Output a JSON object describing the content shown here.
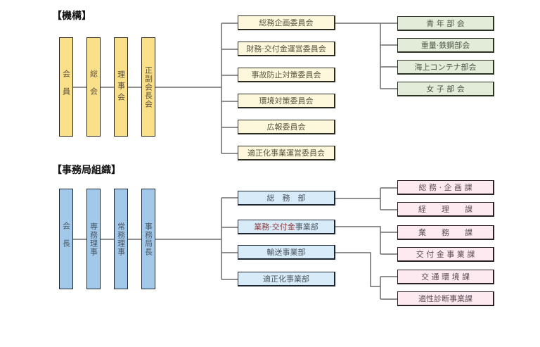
{
  "sections": {
    "organization": {
      "heading": "【機構】",
      "chain": [
        "会員",
        "総会",
        "理事会",
        "正副会長会"
      ],
      "committees": [
        "総務企画委員会",
        "財務·交付金運営委員会",
        "事故防止対策委員会",
        "環境対策委員会",
        "広報委員会",
        "適正化事業運営委員会"
      ],
      "subcommittees_parent": "総務企画委員会",
      "subcommittees": [
        "青 年 部 会",
        "重量·鉄鋼部会",
        "海上コンテナ部会",
        "女 子 部 会"
      ]
    },
    "secretariat": {
      "heading": "【事務局組織】",
      "chain": [
        "会長",
        "専務理事",
        "常務理事",
        "事務局長"
      ],
      "departments": [
        {
          "name": "総　務　部",
          "sections": [
            "総 務 · 企 画 課",
            "経　　理　　課"
          ]
        },
        {
          "name_highlight": "業務·交付金",
          "name_rest": "事業部",
          "sections": [
            "業　　務　　課",
            "交 付 金 事 業 課"
          ]
        },
        {
          "name": "輸送事業部",
          "sections": [
            "交 通 環 境 課",
            "適性診断事業課"
          ]
        },
        {
          "name": "適正化事業部",
          "sections": []
        }
      ]
    }
  },
  "colors": {
    "yellow": "#fbe08a",
    "blue": "#a3c9ea",
    "cream": "#fdf8dc",
    "green": "#e3ecd9",
    "lightblue": "#d8ebf9",
    "pink": "#fdeaf1",
    "connector": "#6b6b6b",
    "highlight_text": "#8a3b3b"
  }
}
